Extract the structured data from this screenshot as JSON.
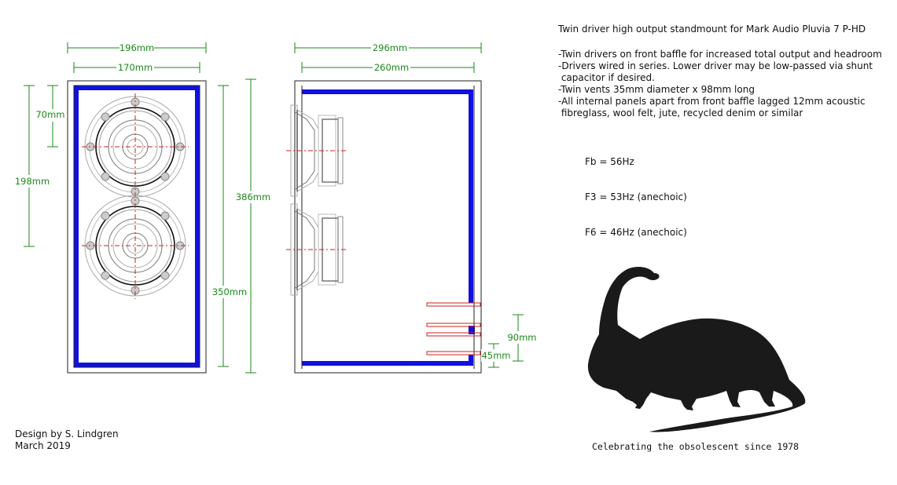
{
  "title": "Twin driver high output standmount for Mark Audio Pluvia 7 P-HD",
  "notes": [
    "-Twin drivers on front baffle for increased total output and headroom",
    "-Drivers wired in series. Lower driver may be low-passed via shunt",
    " capacitor if desired.",
    "-Twin vents 35mm diameter x 98mm long",
    "-All internal panels apart from front baffle lagged 12mm acoustic",
    " fibreglass, wool felt, jute, recycled denim or similar"
  ],
  "params": [
    "Fb = 56Hz",
    "F3 = 53Hz (anechoic)",
    "F6 = 46Hz (anechoic)"
  ],
  "credit": [
    "Design by S. Lindgren",
    "March 2019"
  ],
  "tagline": "Celebrating the obsolescent since 1978",
  "dimensions": {
    "front_outer_width": "196mm",
    "front_inner_width": "170mm",
    "driver_offset": "70mm",
    "driver_spacing": "198mm",
    "inner_height": "350mm",
    "outer_height": "386mm",
    "side_outer_depth": "296mm",
    "side_inner_depth": "260mm",
    "vent_span": "90mm",
    "vent_height": "45mm"
  },
  "colors": {
    "dimension": "#1a8a1a",
    "lining": "#1010e0",
    "centerline": "#cc2020",
    "silhouette": "#1a1a1a"
  }
}
